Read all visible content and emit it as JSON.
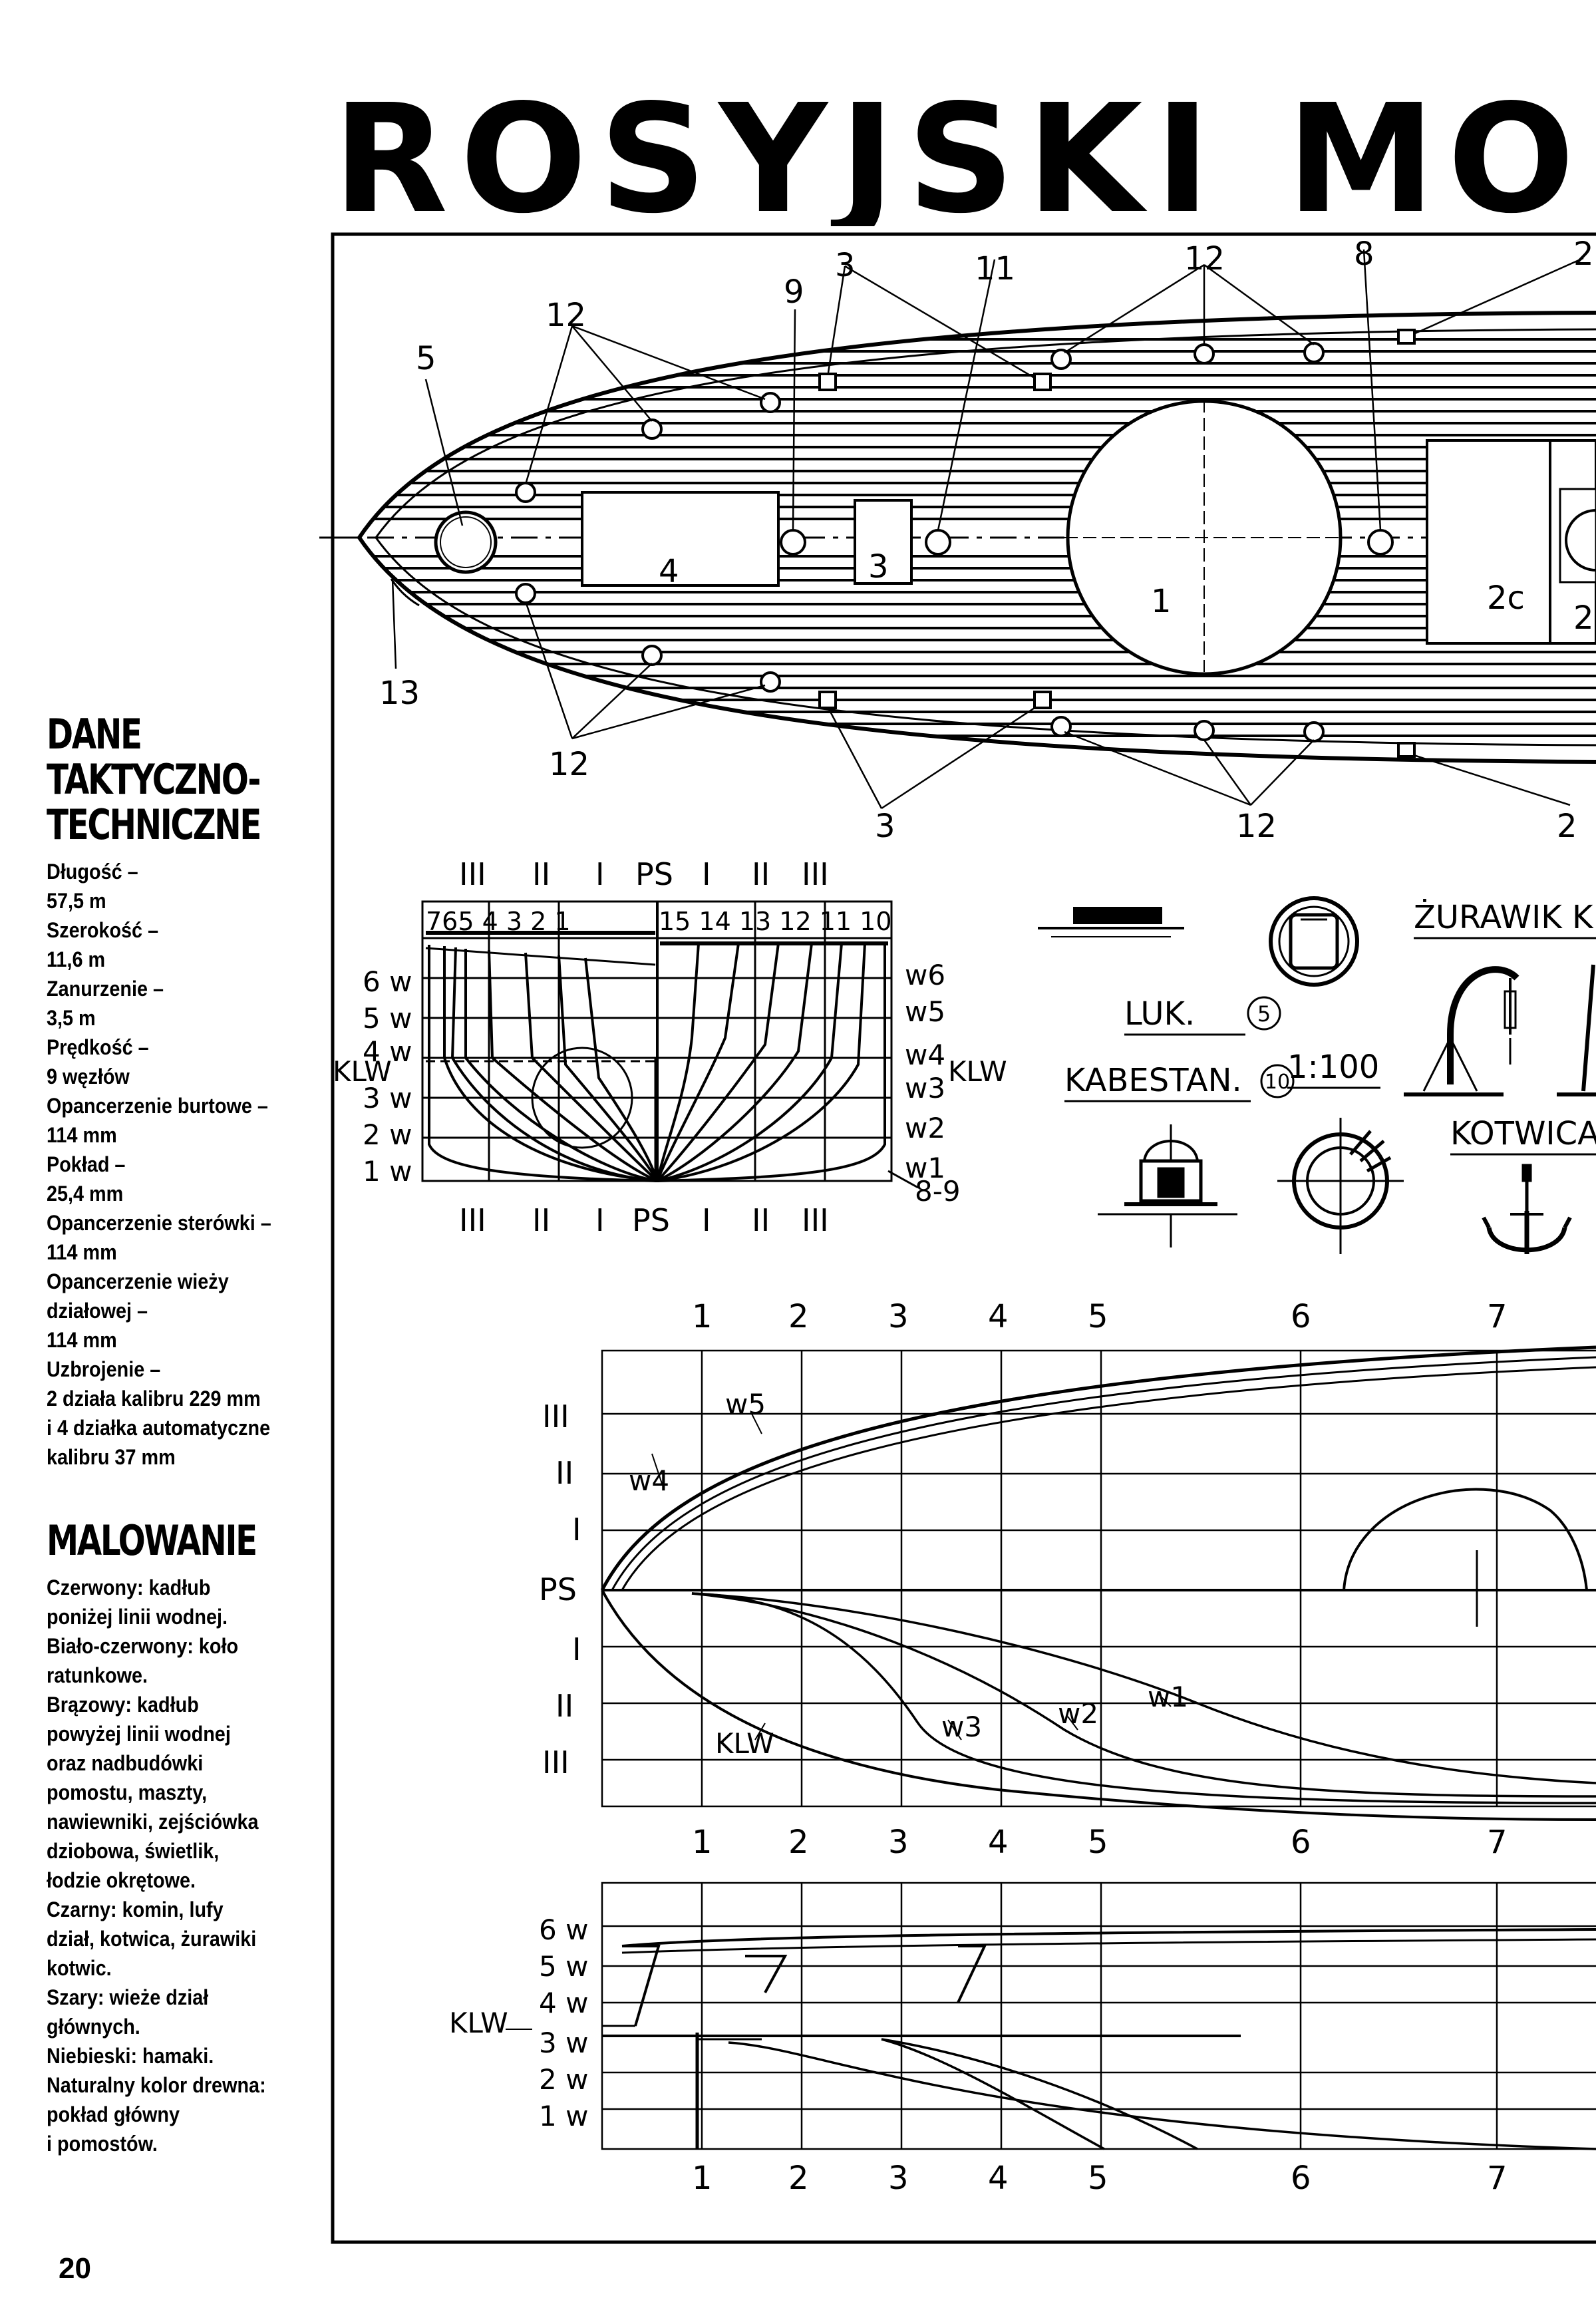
{
  "title": "ROSYJSKI MONITOR",
  "specs": {
    "heading": [
      "DANE",
      "TAKTYCZNO-",
      "TECHNICZNE"
    ],
    "lines": [
      "Długość –",
      "57,5 m",
      "Szerokość –",
      "11,6 m",
      "Zanurzenie –",
      "3,5 m",
      "Prędkość –",
      "9 węzłów",
      "Opancerzenie burtowe –",
      "114 mm",
      "Pokład –",
      "25,4 mm",
      "Opancerzenie sterówki –",
      "114 mm",
      "Opancerzenie wieży",
      "działowej –",
      "114 mm",
      "Uzbrojenie –",
      "2 działa kalibru 229 mm",
      "i 4 działka automatyczne",
      "kalibru 37 mm"
    ]
  },
  "painting": {
    "heading": "MALOWANIE",
    "lines": [
      "Czerwony: kadłub",
      "poniżej linii wodnej.",
      "Biało-czerwony: koło",
      "ratunkowe.",
      "Brązowy: kadłub",
      "powyżej linii wodnej",
      "oraz nadbudówki",
      "pomostu, maszty,",
      "nawiewniki, zejściówka",
      "dziobowa, świetlik,",
      "łodzie okrętowe.",
      "Czarny: komin, lufy",
      "dział, kotwica, żurawiki",
      "kotwic.",
      "Szary: wieże dział",
      "głównych.",
      "Niebieski: hamaki.",
      "Naturalny kolor drewna:",
      "pokład główny",
      "i pomostów."
    ]
  },
  "page_number": "20",
  "drawing": {
    "deck_numbers": {
      "n1": "1",
      "n2c": "2c",
      "n2b": "2b",
      "n2a": "2",
      "n2b_bot": "2",
      "n3a": "3",
      "n3b": "3",
      "n3c": "3",
      "n4": "4",
      "n5": "5",
      "n8": "8",
      "n9": "9",
      "n11": "11",
      "n12a": "12",
      "n12b": "12",
      "n12c": "12",
      "n12d": "12",
      "n13": "13"
    },
    "stations_top": [
      "III",
      "II",
      "I",
      "PS",
      "I",
      "II",
      "III"
    ],
    "stations_bottom": [
      "III",
      "II",
      "I",
      "PS",
      "I",
      "II",
      "III"
    ],
    "body_frames_left": "765 4  3 2  1",
    "body_frames_right": "15 14 13 12 11 10",
    "waterlines_left": [
      "6 w",
      "5 w",
      "4 w",
      "KLW",
      "3 w",
      "2 w",
      "1 w"
    ],
    "waterlines_right": [
      "w6",
      "w5",
      "w4",
      "w3",
      "w2",
      "w1"
    ],
    "klw_right": "KLW",
    "label_8_9": "8-9",
    "luk": "LUK.",
    "luk_num": "5",
    "kabestan": "KABESTAN.",
    "kabestan_num": "10",
    "scale": "1:100",
    "zurawik": "ŻURAWIK K",
    "kotwica": "KOTWICA",
    "plan_stations": [
      "1",
      "2",
      "3",
      "4",
      "5",
      "6",
      "7"
    ],
    "plan_rows": [
      "III",
      "II",
      "I",
      "PS",
      "I",
      "II",
      "III"
    ],
    "plan_curves": {
      "w5": "w5",
      "w4": "w4",
      "klw": "KLW",
      "w3": "w3",
      "w2": "w2",
      "w1": "w1"
    },
    "profile_wl": [
      "6 w",
      "5 w",
      "4 w",
      "3 w",
      "2 w",
      "1 w"
    ],
    "profile_klw": "KLW"
  }
}
